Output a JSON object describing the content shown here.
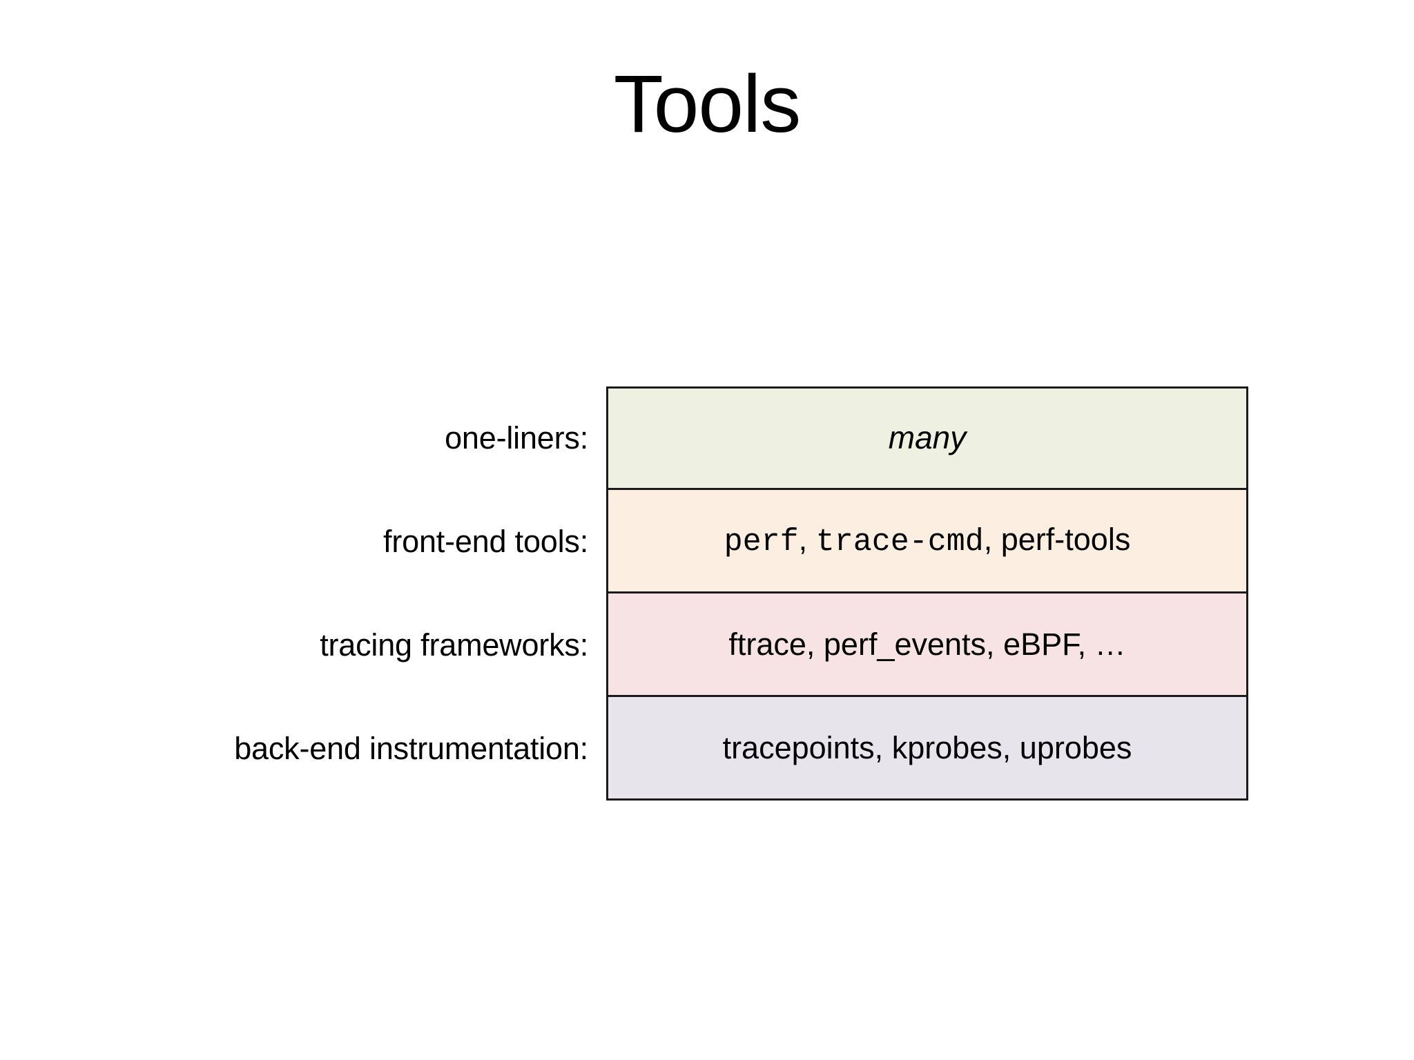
{
  "slide": {
    "title": "Tools",
    "background_color": "#ffffff",
    "text_color": "#000000"
  },
  "diagram": {
    "name": "tracing-tools-stack",
    "border_color": "#1a1a1a",
    "rows": [
      {
        "label": "one-liners:",
        "fill": "#eef0e2",
        "parts": [
          {
            "text": "many",
            "style": "italic"
          }
        ]
      },
      {
        "label": "front-end tools:",
        "fill": "#fceee0",
        "parts": [
          {
            "text": "perf",
            "style": "mono"
          },
          {
            "text": ", ",
            "style": "sans"
          },
          {
            "text": "trace-cmd",
            "style": "mono"
          },
          {
            "text": ", ",
            "style": "sans"
          },
          {
            "text": "perf-tools",
            "style": "sans"
          }
        ]
      },
      {
        "label": "tracing frameworks:",
        "fill": "#f7e3e3",
        "parts": [
          {
            "text": "ftrace, perf_events, eBPF, …",
            "style": "sans"
          }
        ]
      },
      {
        "label": "back-end instrumentation:",
        "fill": "#e7e4ec",
        "parts": [
          {
            "text": "tracepoints, kprobes, uprobes",
            "style": "sans"
          }
        ]
      }
    ]
  }
}
